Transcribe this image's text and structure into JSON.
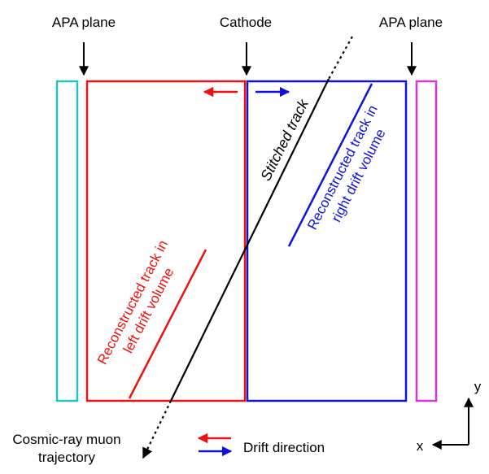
{
  "labels": {
    "apa_left": "APA plane",
    "cathode": "Cathode",
    "apa_right": "APA plane",
    "cosmic_line1": "Cosmic-ray muon",
    "cosmic_line2": "trajectory",
    "drift_direction": "Drift direction",
    "stitched_track": "Stitched track",
    "left_track_line1": "Reconstructed track in",
    "left_track_line2": "left drift volume",
    "right_track_line1": "Reconstructed track in",
    "right_track_line2": "right drift volume",
    "axis_x": "x",
    "axis_y": "y"
  },
  "colors": {
    "apa_left": "#22c4c4",
    "left_volume": "#ee1111",
    "right_volume": "#1111dd",
    "apa_right": "#dd33dd",
    "track": "#000000"
  }
}
